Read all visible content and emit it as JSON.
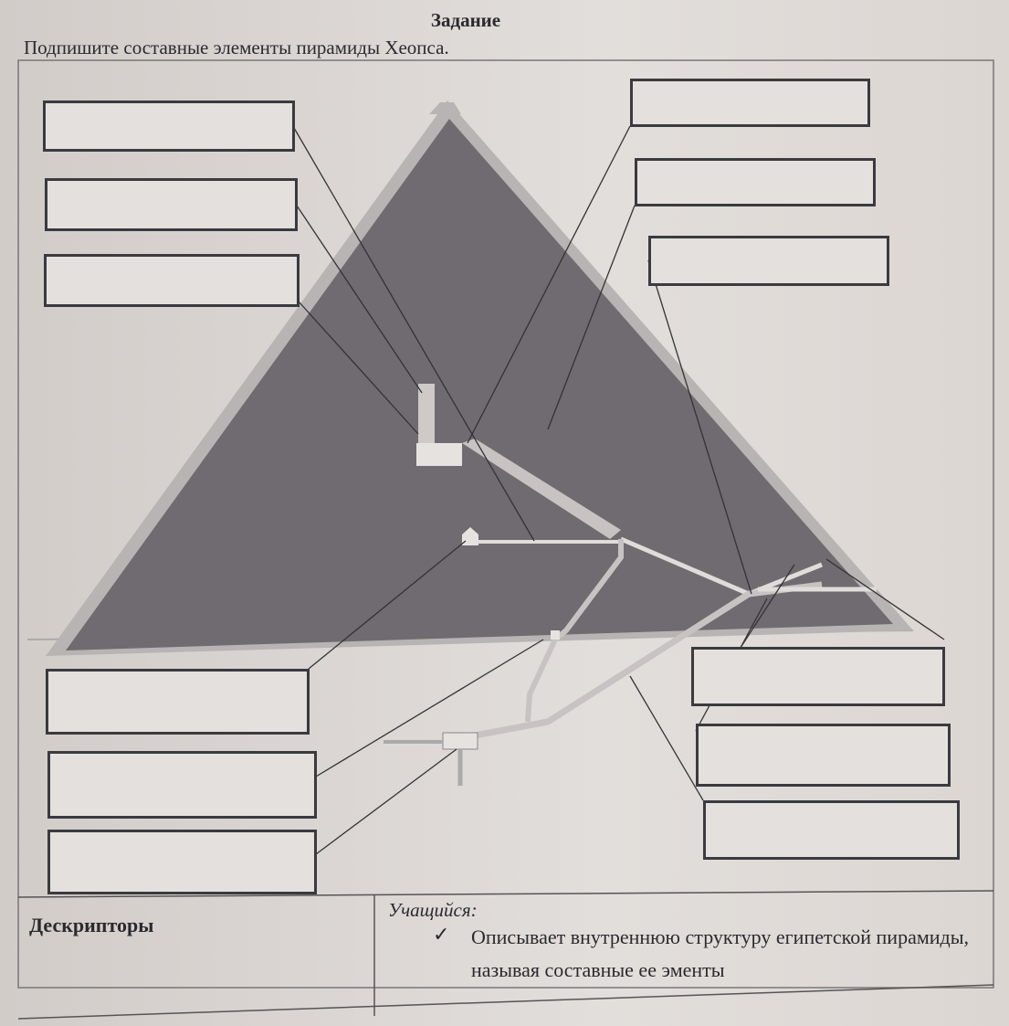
{
  "header": {
    "title": "Задание",
    "instruction": "Подпишите составные элементы пирамиды Хеопса."
  },
  "label_boxes": {
    "left_top": [
      "",
      "",
      ""
    ],
    "right_top": [
      "",
      "",
      ""
    ],
    "left_bottom": [
      "",
      "",
      ""
    ],
    "right_bottom": [
      "",
      "",
      ""
    ]
  },
  "descriptors": {
    "heading": "Дескрипторы",
    "student_label": "Учащийся:",
    "check_mark": "✓",
    "criterion": "Описывает внутреннюю структуру египетской пирамиды, называя составные ее эменты"
  },
  "colors": {
    "pyramid": "#6f6b70",
    "paper": "#dcd6d2",
    "ink": "#2a2a2e"
  }
}
